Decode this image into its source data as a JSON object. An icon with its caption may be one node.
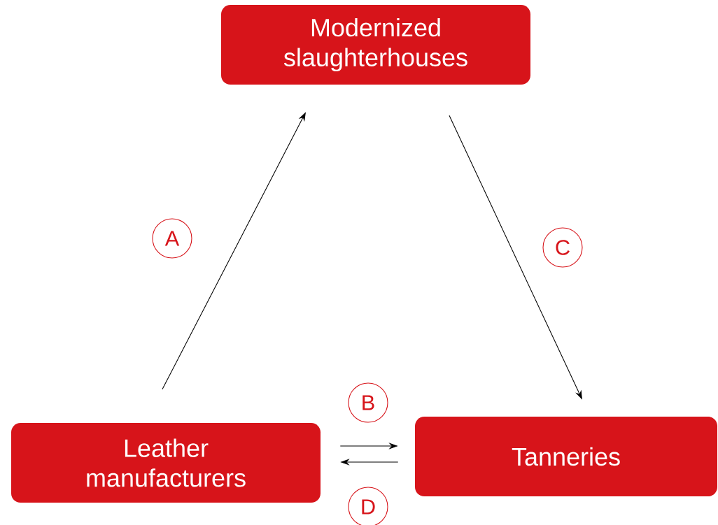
{
  "diagram": {
    "nodes": [
      {
        "text": [
          "Modernized slaughterhouses"
        ]
      },
      {
        "text": [
          "Leather manufacturers"
        ]
      },
      {
        "text": [
          "Tanneries"
        ]
      }
    ],
    "edges": [
      {
        "from": 1,
        "to": 0,
        "arrow": "to",
        "label": "A"
      },
      {
        "from": 1,
        "to": 2,
        "arrow": "to",
        "label": "B"
      },
      {
        "from": 0,
        "to": 2,
        "arrow": "to",
        "label": "C"
      },
      {
        "from": 2,
        "to": 1,
        "arrow": "to",
        "label": "D"
      }
    ]
  }
}
